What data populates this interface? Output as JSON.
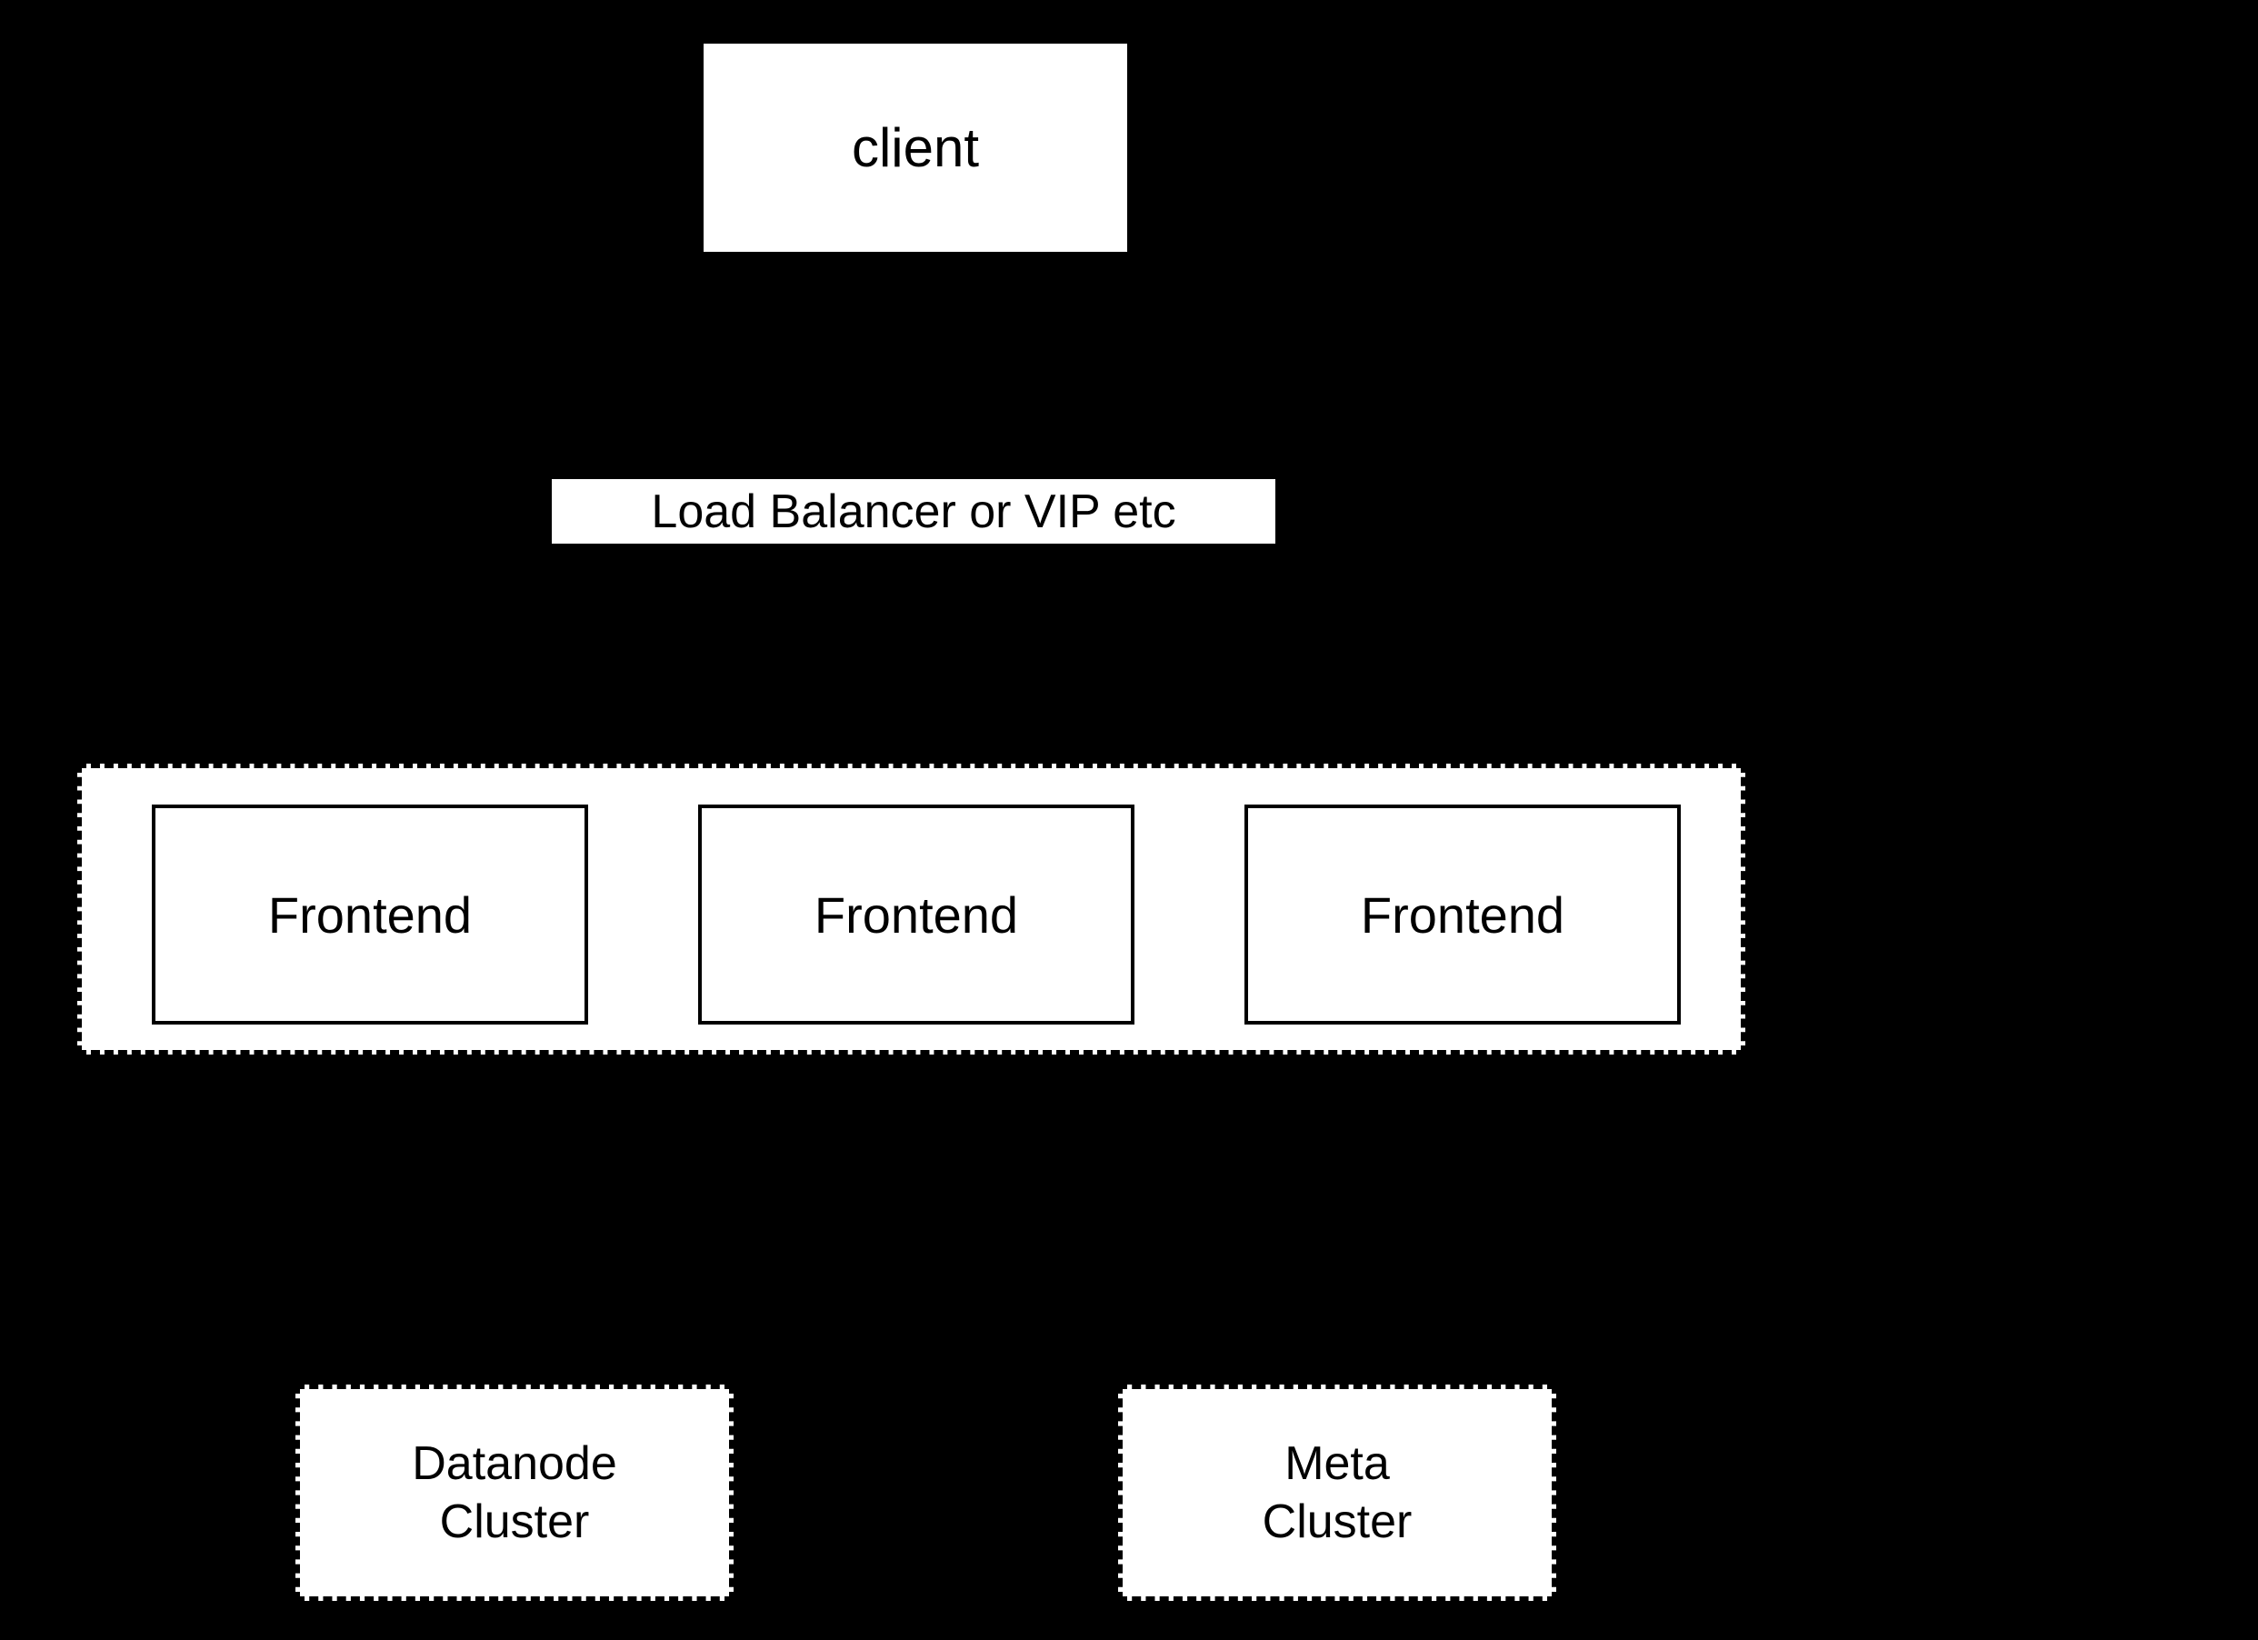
{
  "canvas": {
    "background_color": "#000000",
    "node_fill_color": "#ffffff",
    "node_text_color": "#000000",
    "border_color": "#000000"
  },
  "diagram": {
    "client": {
      "label": "client"
    },
    "load_balancer": {
      "label": "Load Balancer or VIP etc"
    },
    "frontend_group": {
      "items": [
        {
          "label": "Frontend"
        },
        {
          "label": "Frontend"
        },
        {
          "label": "Frontend"
        }
      ]
    },
    "datanode_cluster": {
      "line1": "Datanode",
      "line2": "Cluster"
    },
    "meta_cluster": {
      "line1": "Meta",
      "line2": "Cluster"
    }
  }
}
